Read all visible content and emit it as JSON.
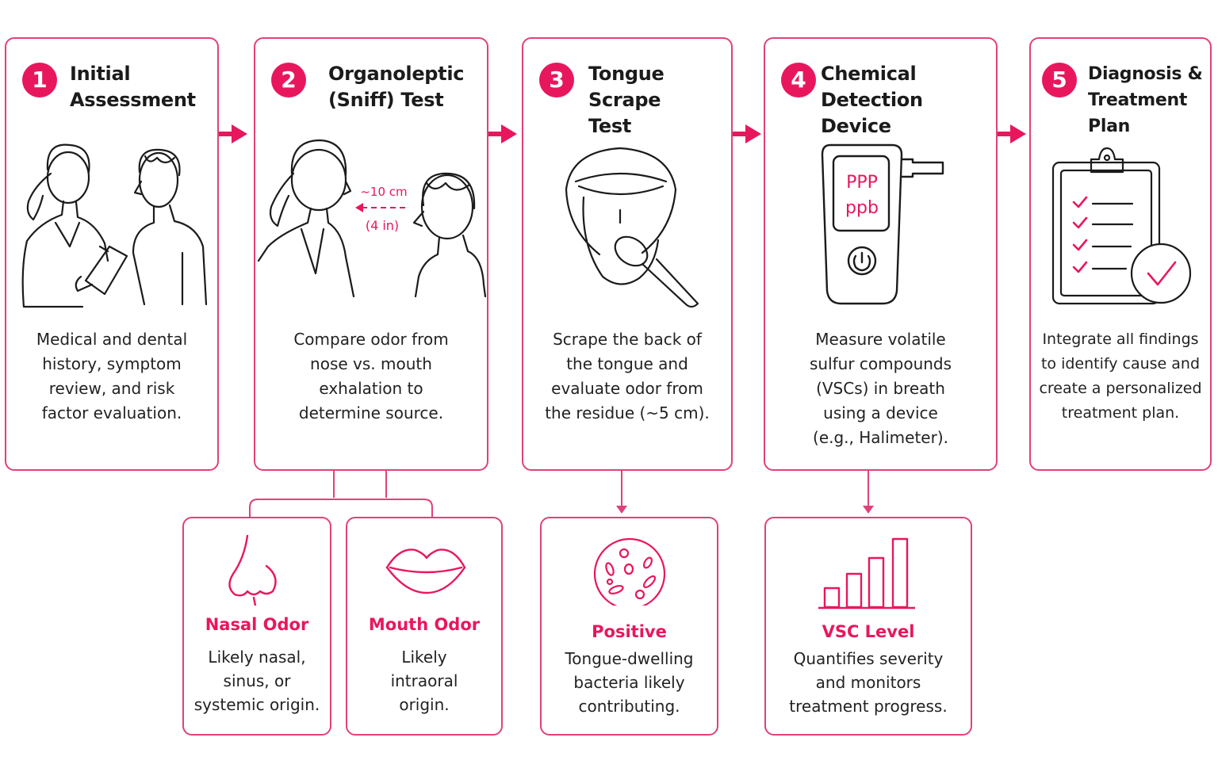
{
  "colors": {
    "accent": "#e8175d",
    "border": "#e0417a",
    "ink": "#222222"
  },
  "steps": [
    {
      "number": "1",
      "title": "Initial\nAssessment",
      "description": "Medical and dental\nhistory, symptom\nreview, and risk\nfactor evaluation.",
      "icon": "doctor-patient-icon"
    },
    {
      "number": "2",
      "title": "Organoleptic\n(Sniff) Test",
      "description": "Compare odor from\nnose vs. mouth\nexhalation to\ndetermine source.",
      "icon": "sniff-test-icon",
      "distance_label": "~10 cm",
      "distance_label_alt": "(4 in)"
    },
    {
      "number": "3",
      "title": "Tongue Scrape\nTest",
      "description": "Scrape the back of\nthe tongue and\nevaluate odor from\nthe residue (~5 cm).",
      "icon": "tongue-scraper-icon"
    },
    {
      "number": "4",
      "title": "Chemical Detection\nDevice",
      "description": "Measure volatile\nsulfur compounds\n(VSCs) in breath\nusing a device\n(e.g., Halimeter).",
      "icon": "halimeter-icon",
      "device_unit_1": "PPP",
      "device_unit_2": "ppb"
    },
    {
      "number": "5",
      "title": "Diagnosis &\nTreatment Plan",
      "description": "Integrate all findings\nto identify cause and\ncreate a personalized\ntreatment plan.",
      "icon": "clipboard-check-icon"
    }
  ],
  "outcomes": [
    {
      "title": "Nasal Odor",
      "description": "Likely nasal,\nsinus, or\nsystemic origin.",
      "icon": "nose-icon"
    },
    {
      "title": "Mouth Odor",
      "description": "Likely\nintraoral\norigin.",
      "icon": "lips-icon"
    },
    {
      "title": "Positive",
      "description": "Tongue-dwelling\nbacteria likely\ncontributing.",
      "icon": "bacteria-icon"
    },
    {
      "title": "VSC Level",
      "description": "Quantifies severity\nand monitors\ntreatment progress.",
      "icon": "bar-chart-icon"
    }
  ]
}
